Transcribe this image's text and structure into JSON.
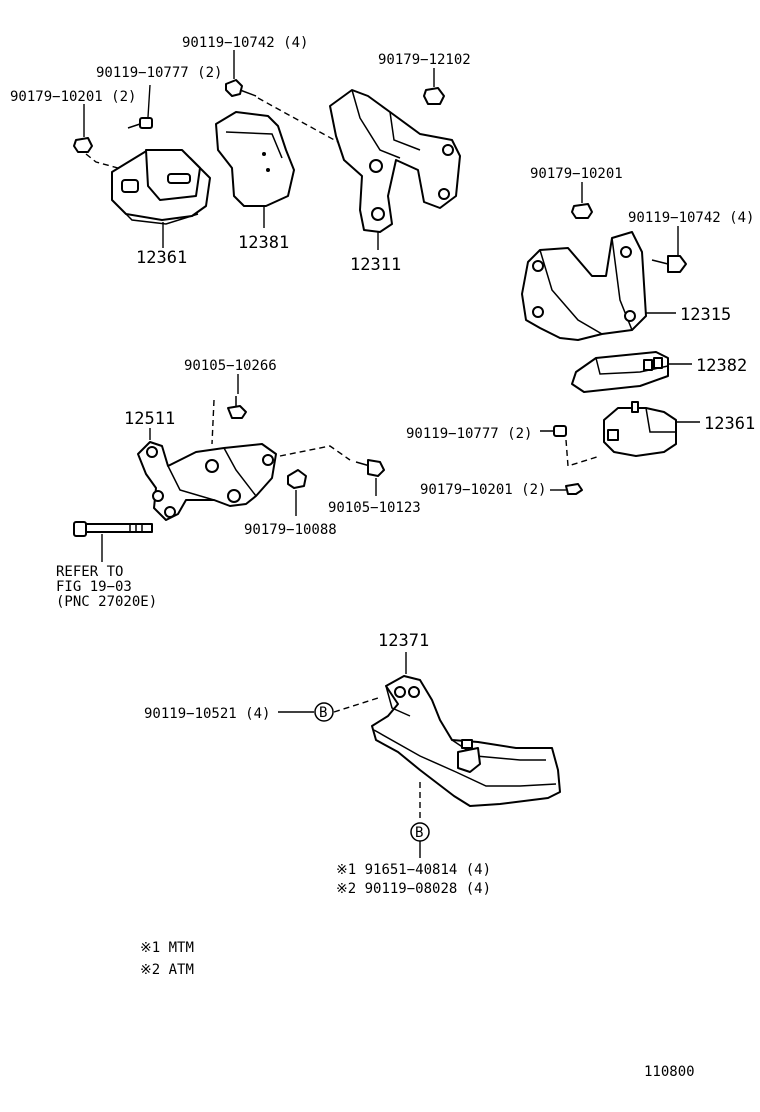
{
  "labels": {
    "p90119_10742_a": "90119−10742 (4)",
    "p90179_12102": "90179−12102",
    "p90119_10777_a": "90119−10777 (2)",
    "p90179_10201_a": "90179−10201 (2)",
    "p12361_a": "12361",
    "p12381": "12381",
    "p12311": "12311",
    "p90179_10201_b": "90179−10201",
    "p90119_10742_b": "90119−10742 (4)",
    "p12315": "12315",
    "p12382": "12382",
    "p12361_b": "12361",
    "p90119_10777_b": "90119−10777 (2)",
    "p90179_10201_c": "90179−10201 (2)",
    "p90105_10266": "90105−10266",
    "p12511": "12511",
    "p90105_10123": "90105−10123",
    "p90179_10088": "90179−10088",
    "refer_line1": "REFER TO",
    "refer_line2": "FIG 19−03",
    "refer_line3": "(PNC 27020E)",
    "p12371": "12371",
    "p90119_10521": "90119−10521 (4)",
    "callout_b_upper": "B",
    "callout_b_lower": "B",
    "p91651_40814": "※1 91651−40814 (4)",
    "p90119_08028": "※2 90119−08028 (4)",
    "legend_mtm": "※1 MTM",
    "legend_atm": "※2 ATM",
    "figure_number": "110800"
  }
}
